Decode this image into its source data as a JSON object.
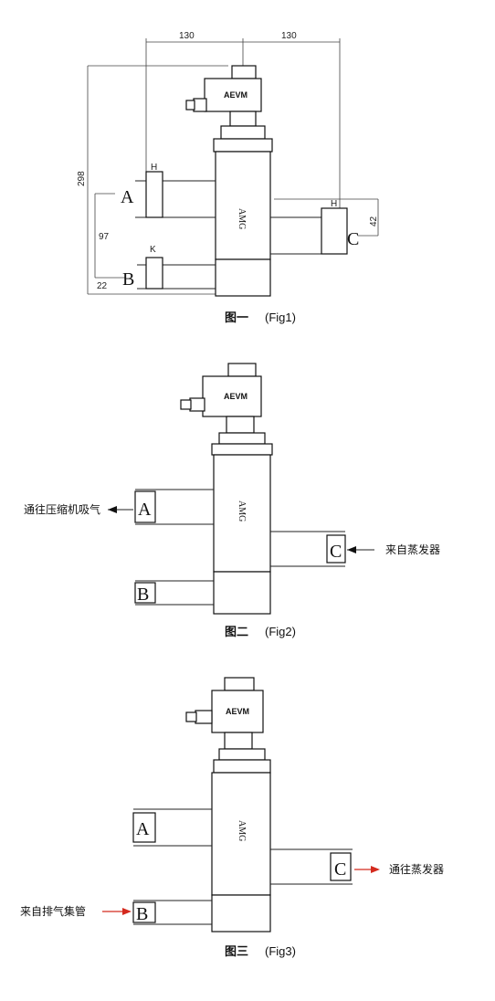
{
  "fig1": {
    "dim_top_left": "130",
    "dim_top_right": "130",
    "dim_left_total": "298",
    "dim_a_b": "97",
    "dim_bottom": "22",
    "dim_c_height": "42",
    "label_a_conn": "H",
    "label_b_conn": "K",
    "label_c_conn": "H",
    "port_a": "A",
    "port_b": "B",
    "port_c": "C",
    "coil_label": "AEVM",
    "body_label": "AMG",
    "caption_cn": "图一",
    "caption_en": "(Fig1)"
  },
  "fig2": {
    "port_a": "A",
    "port_b": "B",
    "port_c": "C",
    "coil_label": "AEVM",
    "body_label": "AMG",
    "note_a": "通往压缩机吸气",
    "note_c": "来自蒸发器",
    "caption_cn": "图二",
    "caption_en": "(Fig2)"
  },
  "fig3": {
    "port_a": "A",
    "port_b": "B",
    "port_c": "C",
    "coil_label": "AEVM",
    "body_label": "AMG",
    "note_b": "来自排气集管",
    "note_c": "通往蒸发器",
    "caption_cn": "图三",
    "caption_en": "(Fig3)",
    "arrow_color": "#d42a1e"
  }
}
